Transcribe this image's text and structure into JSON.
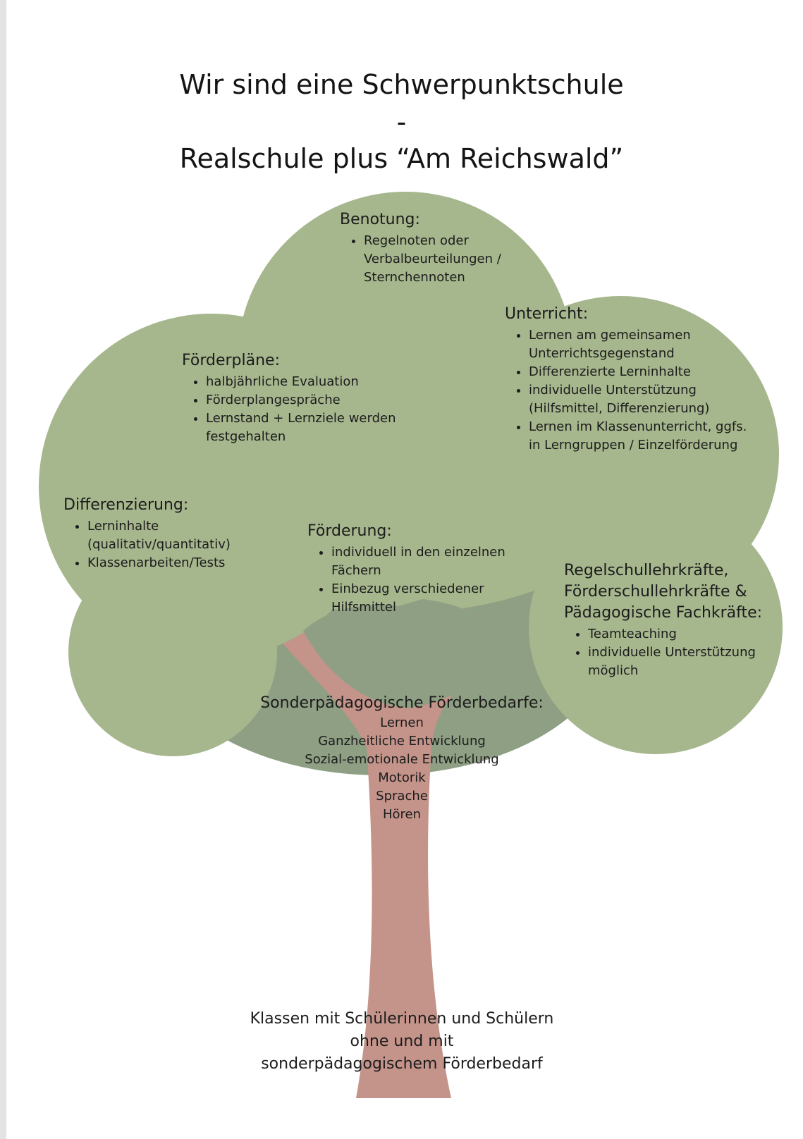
{
  "title": {
    "line1": "Wir sind eine Schwerpunktschule",
    "separator": "-",
    "line2": "Realschule plus “Am Reichswald”"
  },
  "colors": {
    "crown_light": "#a6b68d",
    "crown_dark": "#8e9f83",
    "trunk": "#c4938a"
  },
  "sections": {
    "benotung": {
      "heading": "Benotung:",
      "items": [
        "Regelnoten oder Verbalbeurteilungen / Sternchennoten"
      ]
    },
    "unterricht": {
      "heading": "Unterricht:",
      "items": [
        "Lernen am gemeinsamen Unterrichtsgegenstand",
        "Differenzierte Lerninhalte",
        "individuelle Unterstützung (Hilfsmittel, Differenzierung)",
        "Lernen im Klassenunterricht, ggfs. in Lerngruppen / Einzelförderung"
      ]
    },
    "foerderplaene": {
      "heading": "Förderpläne:",
      "items": [
        "halbjährliche Evaluation",
        "Förderplangespräche",
        "Lernstand + Lernziele werden festgehalten"
      ]
    },
    "differenzierung": {
      "heading": "Differenzierung:",
      "items": [
        "Lerninhalte (qualitativ/quantitativ)",
        "Klassenarbeiten/Tests"
      ]
    },
    "foerderung": {
      "heading": "Förderung:",
      "items": [
        "individuell in den einzelnen Fächern",
        "Einbezug verschiedener Hilfsmittel"
      ]
    },
    "lehrkraefte": {
      "heading": "Regelschullehrkräfte, Förderschullehrkräfte & Pädagogische Fachkräfte:",
      "items": [
        "Teamteaching",
        "individuelle Unterstützung möglich"
      ]
    },
    "sonderpaedagogisch": {
      "heading": "Sonderpädagogische Förderbedarfe:",
      "lines": [
        "Lernen",
        "Ganzheitliche Entwicklung",
        "Sozial-emotionale Entwicklung",
        "Motorik",
        "Sprache",
        "Hören"
      ]
    }
  },
  "roots": {
    "lines": [
      "Klassen mit Schülerinnen und Schülern",
      "ohne und mit",
      "sonderpädagogischem Förderbedarf"
    ]
  }
}
